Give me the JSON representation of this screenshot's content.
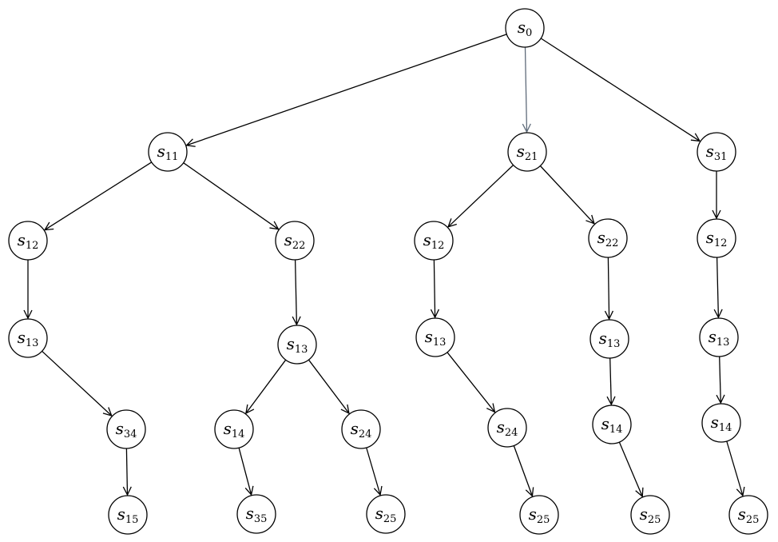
{
  "diagram": {
    "type": "tree",
    "nodes": [
      {
        "id": "n0",
        "base": "s",
        "sub": "0"
      },
      {
        "id": "n1",
        "base": "s",
        "sub": "11"
      },
      {
        "id": "n2",
        "base": "s",
        "sub": "21"
      },
      {
        "id": "n3",
        "base": "s",
        "sub": "31"
      },
      {
        "id": "n4",
        "base": "s",
        "sub": "12"
      },
      {
        "id": "n5",
        "base": "s",
        "sub": "22"
      },
      {
        "id": "n6",
        "base": "s",
        "sub": "12"
      },
      {
        "id": "n7",
        "base": "s",
        "sub": "22"
      },
      {
        "id": "n8",
        "base": "s",
        "sub": "12"
      },
      {
        "id": "n9",
        "base": "s",
        "sub": "13"
      },
      {
        "id": "n10",
        "base": "s",
        "sub": "13"
      },
      {
        "id": "n11",
        "base": "s",
        "sub": "13"
      },
      {
        "id": "n12",
        "base": "s",
        "sub": "13"
      },
      {
        "id": "n13",
        "base": "s",
        "sub": "13"
      },
      {
        "id": "n14",
        "base": "s",
        "sub": "34"
      },
      {
        "id": "n15",
        "base": "s",
        "sub": "14"
      },
      {
        "id": "n16",
        "base": "s",
        "sub": "24"
      },
      {
        "id": "n17",
        "base": "s",
        "sub": "24"
      },
      {
        "id": "n18",
        "base": "s",
        "sub": "14"
      },
      {
        "id": "n19",
        "base": "s",
        "sub": "14"
      },
      {
        "id": "n20",
        "base": "s",
        "sub": "15"
      },
      {
        "id": "n21",
        "base": "s",
        "sub": "35"
      },
      {
        "id": "n22",
        "base": "s",
        "sub": "25"
      },
      {
        "id": "n23",
        "base": "s",
        "sub": "25"
      },
      {
        "id": "n24",
        "base": "s",
        "sub": "25"
      },
      {
        "id": "n25",
        "base": "s",
        "sub": "25"
      }
    ],
    "edges": [
      {
        "from": "n0",
        "to": "n1"
      },
      {
        "from": "n0",
        "to": "n2",
        "color": "#5f6b7a"
      },
      {
        "from": "n0",
        "to": "n3"
      },
      {
        "from": "n1",
        "to": "n4"
      },
      {
        "from": "n1",
        "to": "n5"
      },
      {
        "from": "n2",
        "to": "n6"
      },
      {
        "from": "n2",
        "to": "n7"
      },
      {
        "from": "n3",
        "to": "n8"
      },
      {
        "from": "n4",
        "to": "n9"
      },
      {
        "from": "n5",
        "to": "n10"
      },
      {
        "from": "n6",
        "to": "n11"
      },
      {
        "from": "n7",
        "to": "n12"
      },
      {
        "from": "n8",
        "to": "n13"
      },
      {
        "from": "n9",
        "to": "n14"
      },
      {
        "from": "n10",
        "to": "n15"
      },
      {
        "from": "n10",
        "to": "n16"
      },
      {
        "from": "n11",
        "to": "n17"
      },
      {
        "from": "n12",
        "to": "n18"
      },
      {
        "from": "n13",
        "to": "n19"
      },
      {
        "from": "n14",
        "to": "n20"
      },
      {
        "from": "n15",
        "to": "n21"
      },
      {
        "from": "n16",
        "to": "n22"
      },
      {
        "from": "n17",
        "to": "n23"
      },
      {
        "from": "n18",
        "to": "n24"
      },
      {
        "from": "n19",
        "to": "n25"
      }
    ]
  }
}
